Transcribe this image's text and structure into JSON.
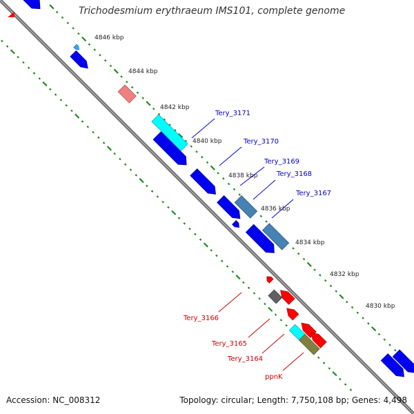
{
  "title": "Trichodesmium erythraeum IMS101, complete genome",
  "footer": {
    "accession": "Accession: NC_008312",
    "summary": "Topology: circular; Length: 7,750,108 bp; Genes: 4,498"
  },
  "colors": {
    "backbone": "#808080",
    "ticks": "#1f8a1f",
    "cds": "#0000ee",
    "steelblue": "#4682b4",
    "cyan": "#00ffff",
    "red": "#ff0000",
    "gray": "#606060",
    "olive": "#808040",
    "pink": "#f08080",
    "label_blue": "#0000cc",
    "label_red": "#cc0000"
  },
  "ticks": [
    {
      "label": "4846 kbp"
    },
    {
      "label": "4844 kbp"
    },
    {
      "label": "4842 kbp"
    },
    {
      "label": "4840 kbp"
    },
    {
      "label": "4838 kbp"
    },
    {
      "label": "4836 kbp"
    },
    {
      "label": "4834 kbp"
    },
    {
      "label": "4832 kbp"
    },
    {
      "label": "4830 kbp"
    }
  ],
  "gene_labels": [
    {
      "name": "Tery_3171",
      "color": "blue"
    },
    {
      "name": "Tery_3170",
      "color": "blue"
    },
    {
      "name": "Tery_3169",
      "color": "blue"
    },
    {
      "name": "Tery_3168",
      "color": "blue"
    },
    {
      "name": "Tery_3167",
      "color": "blue"
    },
    {
      "name": "Tery_3166",
      "color": "red"
    },
    {
      "name": "Tery_3165",
      "color": "red"
    },
    {
      "name": "Tery_3164",
      "color": "red"
    },
    {
      "name": "ppnK",
      "color": "red"
    }
  ]
}
